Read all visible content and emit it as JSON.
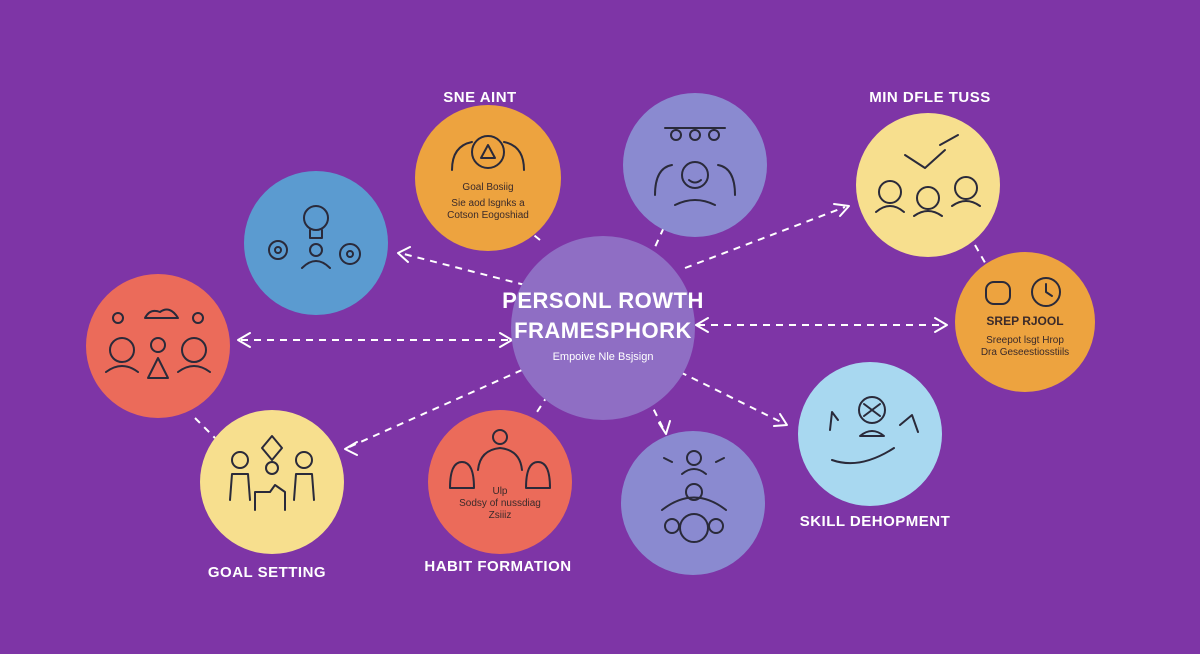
{
  "center": {
    "title_line1": "PERSONL ROWTH",
    "title_line2": "FRAMESPHORK",
    "subtitle": "Empoive Nle Bsjsign"
  },
  "labels": {
    "top_left": "SNE AINT",
    "top_right": "MIN DFLE TUSS",
    "goal_setting": "GOAL SETTING",
    "habit_formation": "HABIT FORMATION",
    "skill_development": "SKILL DEHOPMENT"
  },
  "node_text": {
    "orange_top_line1": "Goal Bosiig",
    "orange_top_line2": "Sie aod lsgnks a",
    "orange_top_line3": "Cotson Eogoshiad",
    "orange_right_title": "SREP RJOOL",
    "orange_right_line1": "Sreepot lsgt Hrop",
    "orange_right_line2": "Dra Geseestiosstiils",
    "coral_bottom_line1": "Ulp",
    "coral_bottom_line2": "Sodsy of nussdiag",
    "coral_bottom_line3": "Zsiiiz"
  },
  "colors": {
    "background": "#7e35a6",
    "center": "#8f6ec4",
    "blue": "#5b9bd0",
    "orange": "#eda33f",
    "periwinkle": "#8a8ad0",
    "yellow": "#f7df8e",
    "coral": "#eb6b5a",
    "light_blue": "#a8d8f0"
  }
}
